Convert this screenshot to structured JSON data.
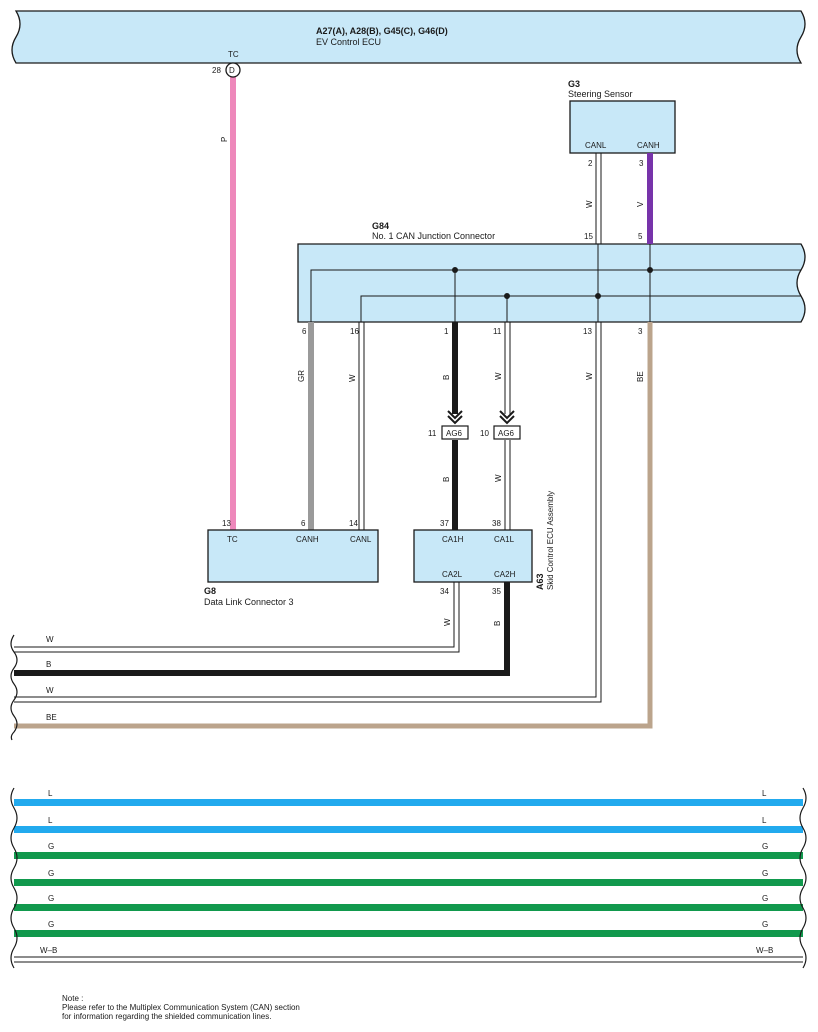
{
  "colors": {
    "box_fill": "#c8e8f8",
    "pink": "#ee88bb",
    "gray": "#9a9a9a",
    "violet": "#7733aa",
    "beige": "#bba48c",
    "black": "#1a1a1a",
    "light_blue": "#22aaee",
    "green": "#11994d"
  },
  "ev_ecu": {
    "code": "A27(A), A28(B), G45(C), G46(D)",
    "name": "EV Control ECU",
    "pin_label": "TC",
    "pin_num": "28",
    "conn_letter": "D"
  },
  "steering": {
    "code": "G3",
    "name": "Steering Sensor",
    "pins": [
      {
        "label": "CANL",
        "num": "2"
      },
      {
        "label": "CANH",
        "num": "3"
      }
    ]
  },
  "junction": {
    "code": "G84",
    "name": "No.  1 CAN Junction Connector",
    "top_pins": [
      "15",
      "5"
    ],
    "bottom_pins": [
      "6",
      "16",
      "1",
      "11",
      "13",
      "3"
    ]
  },
  "dlc": {
    "code": "G8",
    "name": "Data Link Connector 3",
    "pins": [
      {
        "label": "TC",
        "num": "13"
      },
      {
        "label": "CANH",
        "num": "6"
      },
      {
        "label": "CANL",
        "num": "14"
      }
    ]
  },
  "skid": {
    "code": "A63",
    "name": "Skid Control ECU Assembly",
    "top_pins": [
      {
        "label": "CA1H",
        "num": "37"
      },
      {
        "label": "CA1L",
        "num": "38"
      }
    ],
    "bottom_pins": [
      {
        "label": "CA2L",
        "num": "34"
      },
      {
        "label": "CA2H",
        "num": "35"
      }
    ]
  },
  "splice": {
    "label": "AG6",
    "pin_left": "11",
    "pin_right": "10"
  },
  "wire_colors": {
    "p": "P",
    "w": "W",
    "v": "V",
    "gr": "GR",
    "b": "B",
    "be": "BE"
  },
  "lower_wires": [
    "W",
    "B",
    "W",
    "BE"
  ],
  "shielded_lines": [
    "L",
    "L",
    "G",
    "G",
    "G",
    "G",
    "W–B"
  ],
  "note": {
    "title": "Note :",
    "line1": "Please refer to the Multiplex Communication System (CAN) section",
    "line2": "for information regarding the shielded communication lines."
  }
}
